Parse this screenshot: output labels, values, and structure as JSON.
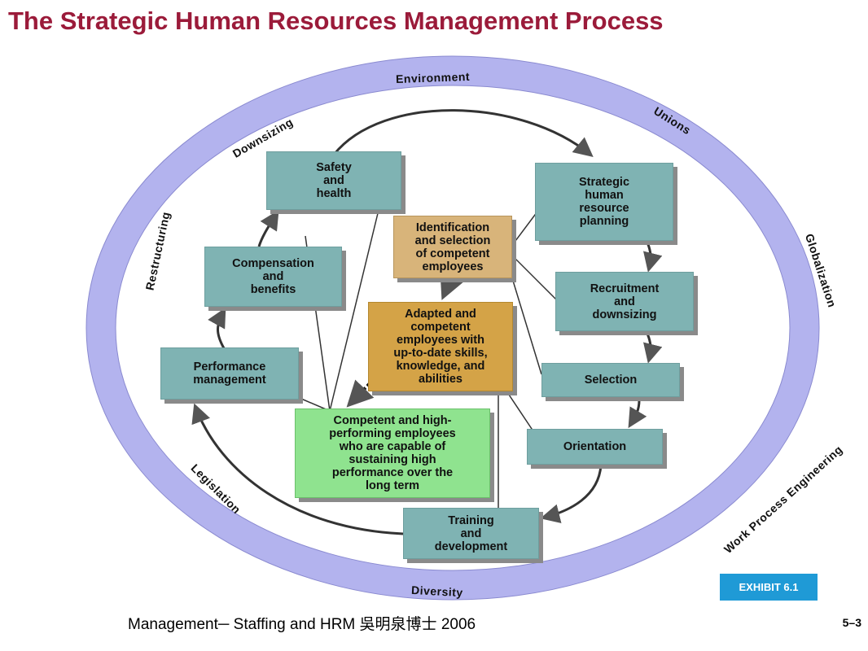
{
  "title": "The Strategic Human Resources Management Process",
  "ring_labels": {
    "environment": "Environment",
    "unions": "Unions",
    "globalization": "Globalization",
    "work_process": "Work Process Engineering",
    "diversity": "Diversity",
    "legislation": "Legislation",
    "restructuring": "Restructuring",
    "downsizing": "Downsizing"
  },
  "boxes": {
    "safety": "Safety\nand\nhealth",
    "strategic": "Strategic\nhuman\nresource\nplanning",
    "identification": "Identification\nand selection\nof competent\nemployees",
    "compensation": "Compensation\nand\nbenefits",
    "recruitment": "Recruitment\nand\ndownsizing",
    "adapted": "Adapted and\ncompetent\nemployees with\nup-to-date skills,\nknowledge, and\nabilities",
    "performance": "Performance\nmanagement",
    "selection": "Selection",
    "competent": "Competent and high-\nperforming employees\nwho are capable of\nsustaining high\nperformance over the\nlong term",
    "orientation": "Orientation",
    "training": "Training\nand\ndevelopment"
  },
  "exhibit": "EXHIBIT 6.1",
  "footer": "Management─ Staffing and HRM  吳明泉博士  2006",
  "page_number": "5–3",
  "colors": {
    "title": "#9b1b3a",
    "ring": "#b3b3ee",
    "teal_box": "#7fb3b3",
    "tan_box": "#d8b47a",
    "gold_box": "#d4a347",
    "green_box": "#8fe38f",
    "exhibit_bg": "#1f9ad6"
  }
}
